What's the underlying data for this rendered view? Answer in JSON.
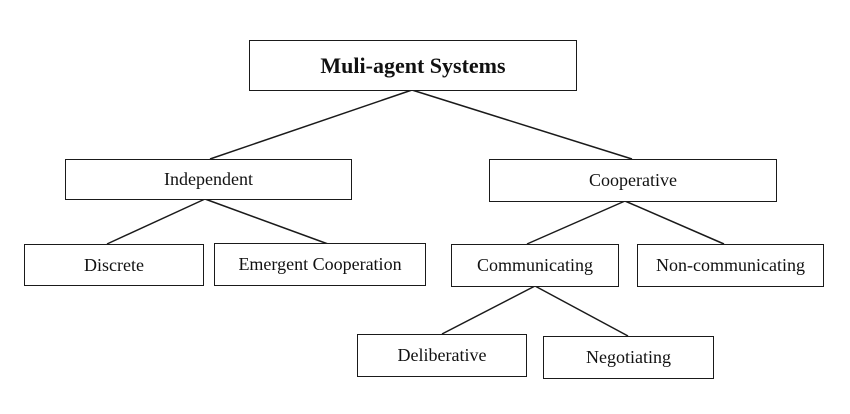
{
  "diagram": {
    "root": "Muli-agent Systems",
    "independent": "Independent",
    "cooperative": "Cooperative",
    "discrete": "Discrete",
    "emergent": "Emergent Cooperation",
    "communicating": "Communicating",
    "noncommunicating": "Non-communicating",
    "deliberative": "Deliberative",
    "negotiating": "Negotiating"
  }
}
